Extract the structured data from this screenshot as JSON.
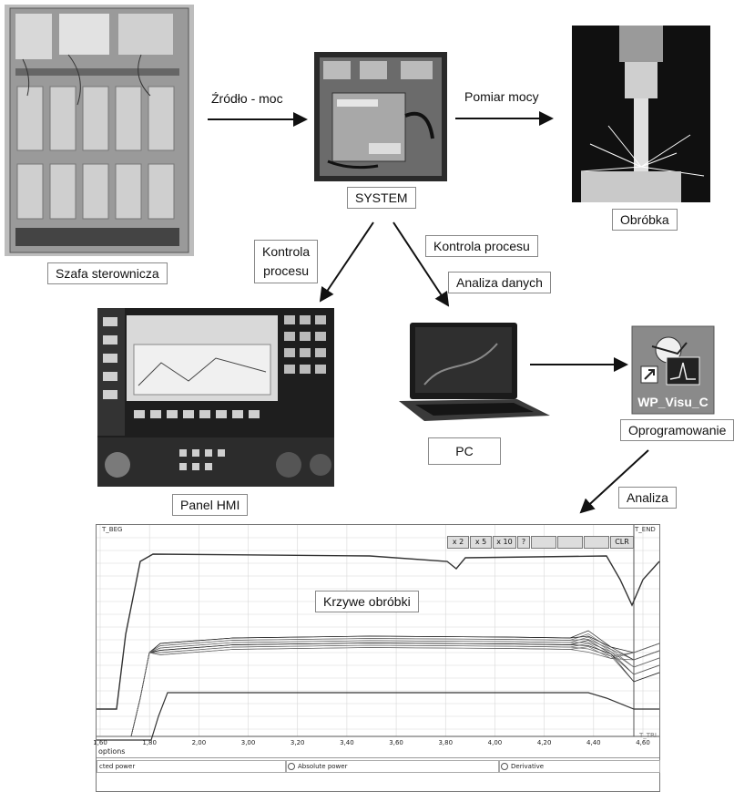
{
  "labels": {
    "source_power": "Źródło - moc",
    "power_measure": "Pomiar mocy",
    "system": "SYSTEM",
    "machining": "Obróbka",
    "cabinet": "Szafa sterownicza",
    "process_control_1": "Kontrola",
    "process_control_2": "procesu",
    "process_control": "Kontrola procesu",
    "data_analysis": "Analiza danych",
    "hmi_panel": "Panel HMI",
    "pc": "PC",
    "software": "Oprogramowanie",
    "software_icon_text": "WP_Visu_C",
    "analysis": "Analiza",
    "curves": "Krzywe obróbki"
  },
  "chart_data": {
    "type": "line",
    "title": "Krzywe obróbki",
    "corner_labels": {
      "begin": "T_BEG",
      "end": "T_END",
      "trigger": "T_TRI"
    },
    "x_ticks": [
      "1,60",
      "1,80",
      "2,00",
      "3,00",
      "3,20",
      "3,40",
      "3,60",
      "3,80",
      "4,00",
      "4,20",
      "4,40",
      "4,60"
    ],
    "toolbar": [
      "x 2",
      "x 5",
      "x 10",
      "?",
      "",
      "",
      "",
      "CLR"
    ],
    "options_title": "options",
    "options": [
      "cted power",
      "Absolute power",
      "Derivative"
    ],
    "series_shapes": [
      "upper envelope",
      "process curves",
      "lower envelope"
    ]
  }
}
